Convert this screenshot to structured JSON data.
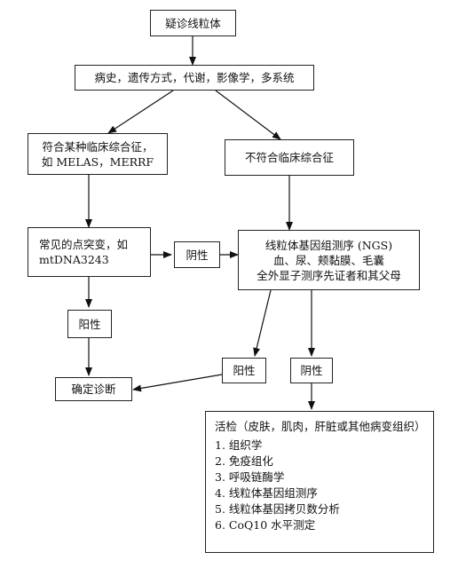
{
  "nodes": {
    "suspected": {
      "text": "疑诊线粒体"
    },
    "history": {
      "text": "病史，遗传方式，代谢，影像学，多系统"
    },
    "syndrome": {
      "lines": [
        "符合某种临床综合征，",
        "如 MELAS，MERRF"
      ]
    },
    "no_syndrome": {
      "text": "不符合临床综合征"
    },
    "point_mutation": {
      "lines": [
        "常见的点突变，如",
        "mtDNA3243"
      ]
    },
    "negative_1": {
      "text": "阴性"
    },
    "ngs": {
      "lines": [
        "线粒体基因组测序 (NGS)",
        "血、尿、颊黏膜、毛囊",
        "全外显子测序先证者和其父母"
      ]
    },
    "positive_1": {
      "text": "阳性"
    },
    "positive_2": {
      "text": "阳性"
    },
    "negative_2": {
      "text": "阴性"
    },
    "diagnosis": {
      "text": "确定诊断"
    },
    "biopsy": {
      "title": "活检（皮肤，肌肉，肝脏或其他病变组织）",
      "items": [
        "1.  组织学",
        "2.  免疫组化",
        "3.  呼吸链酶学",
        "4.  线粒体基因组测序",
        "5.  线粒体基因拷贝数分析",
        "6.  CoQ10 水平测定"
      ]
    }
  }
}
